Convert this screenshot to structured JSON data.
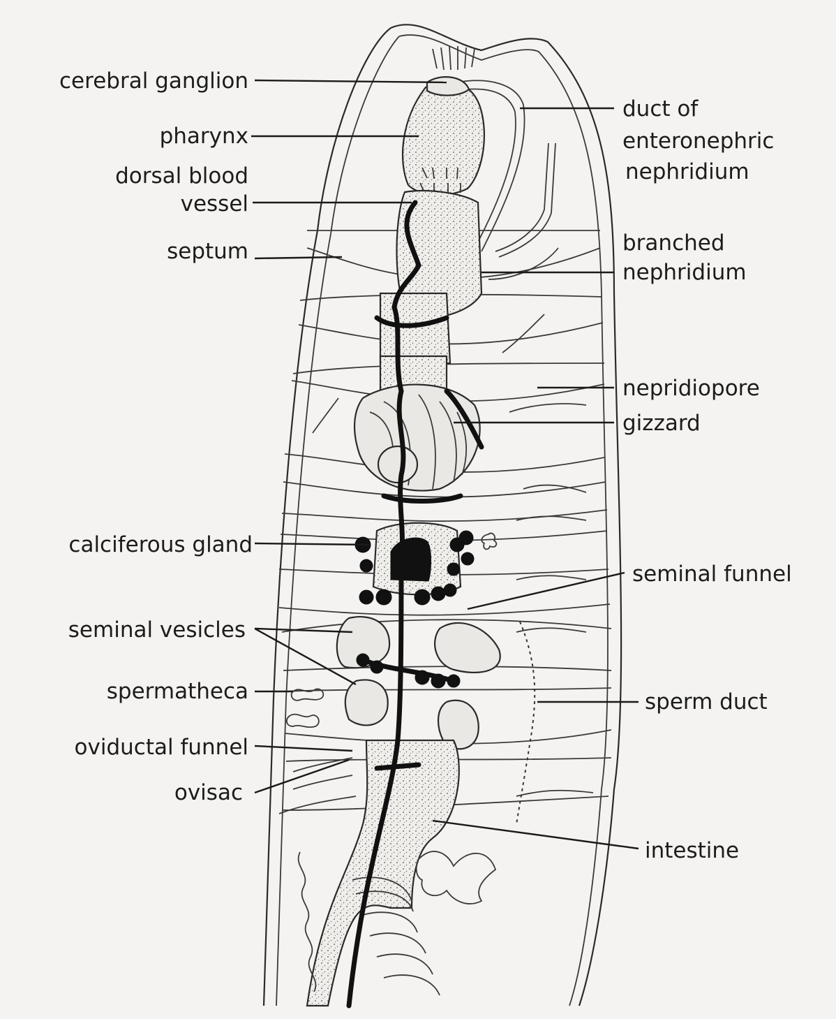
{
  "colors": {
    "background": "#f4f3f1",
    "ink": "#1c1c1c"
  },
  "labels": {
    "cerebral_ganglion": "cerebral ganglion",
    "pharynx": "pharynx",
    "dorsal_blood_vessel_1": "dorsal blood",
    "dorsal_blood_vessel_2": "vessel",
    "septum": "septum",
    "calciferous_gland": "calciferous gland",
    "seminal_vesicles": "seminal vesicles",
    "spermatheca": "spermatheca",
    "oviductal_funnel": "oviductal funnel",
    "ovisac": "ovisac",
    "duct_1": "duct of",
    "duct_2": "enteronephric",
    "duct_3": "nephridium",
    "branched_1": "branched",
    "branched_2": "nephridium",
    "nepridiopore": "nepridiopore",
    "gizzard": "gizzard",
    "seminal_funnel": "seminal funnel",
    "sperm_duct": "sperm duct",
    "intestine": "intestine"
  }
}
